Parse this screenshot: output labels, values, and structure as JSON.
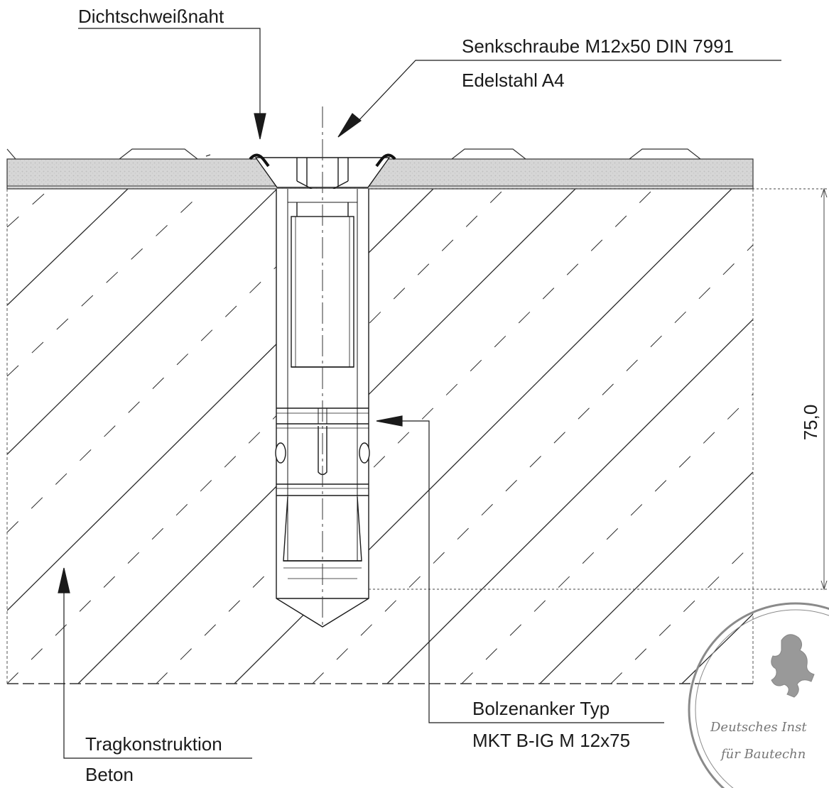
{
  "labels": {
    "seal_weld": "Dichtschweißnaht",
    "screw_line1": "Senkschraube M12x50 DIN 7991",
    "screw_line2": "Edelstahl A4",
    "anchor_line1": "Bolzenanker Typ",
    "anchor_line2": "MKT B-IG M 12x75",
    "support_line1": "Tragkonstruktion",
    "support_line2": "Beton"
  },
  "dimension": {
    "anchor_depth": "75,0"
  },
  "stamp": {
    "line1": "Deutsches Inst",
    "line2": "für Bautechn"
  },
  "colors": {
    "line": "#1a1a1a",
    "hatch": "#2a2a2a",
    "plate": "#dcdcdc",
    "stamp": "#888888"
  }
}
